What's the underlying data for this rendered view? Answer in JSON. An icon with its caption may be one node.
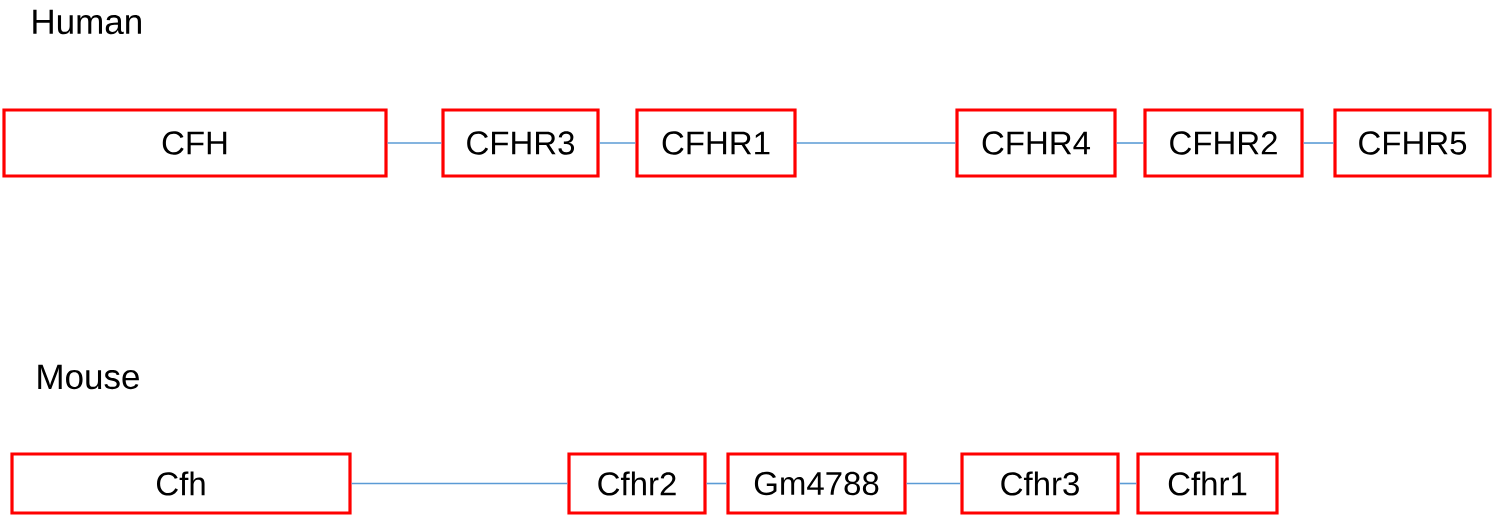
{
  "diagram": {
    "nodes": [
      {
        "text": [
          "CFH"
        ]
      },
      {
        "text": [
          "CFHR3"
        ]
      },
      {
        "text": [
          "CFHR1"
        ]
      },
      {
        "text": [
          "CFHR4"
        ]
      },
      {
        "text": [
          "CFHR2"
        ]
      },
      {
        "text": [
          "CFHR5"
        ]
      },
      {
        "text": [
          "Cfh"
        ]
      },
      {
        "text": [
          "Cfhr2"
        ]
      },
      {
        "text": [
          "Gm4788"
        ]
      },
      {
        "text": [
          "Cfhr3"
        ]
      },
      {
        "text": [
          "Cfhr1"
        ]
      }
    ],
    "edges": [
      {
        "from": 0,
        "to": 1,
        "arrow": "none"
      },
      {
        "from": 1,
        "to": 2,
        "arrow": "none"
      },
      {
        "from": 2,
        "to": 3,
        "arrow": "none"
      },
      {
        "from": 3,
        "to": 4,
        "arrow": "none"
      },
      {
        "from": 4,
        "to": 5,
        "arrow": "none"
      },
      {
        "from": 6,
        "to": 7,
        "arrow": "none"
      },
      {
        "from": 7,
        "to": 8,
        "arrow": "none"
      },
      {
        "from": 8,
        "to": 9,
        "arrow": "none"
      },
      {
        "from": 9,
        "to": 10,
        "arrow": "none"
      }
    ],
    "labels": [
      "Human",
      "Mouse"
    ]
  }
}
